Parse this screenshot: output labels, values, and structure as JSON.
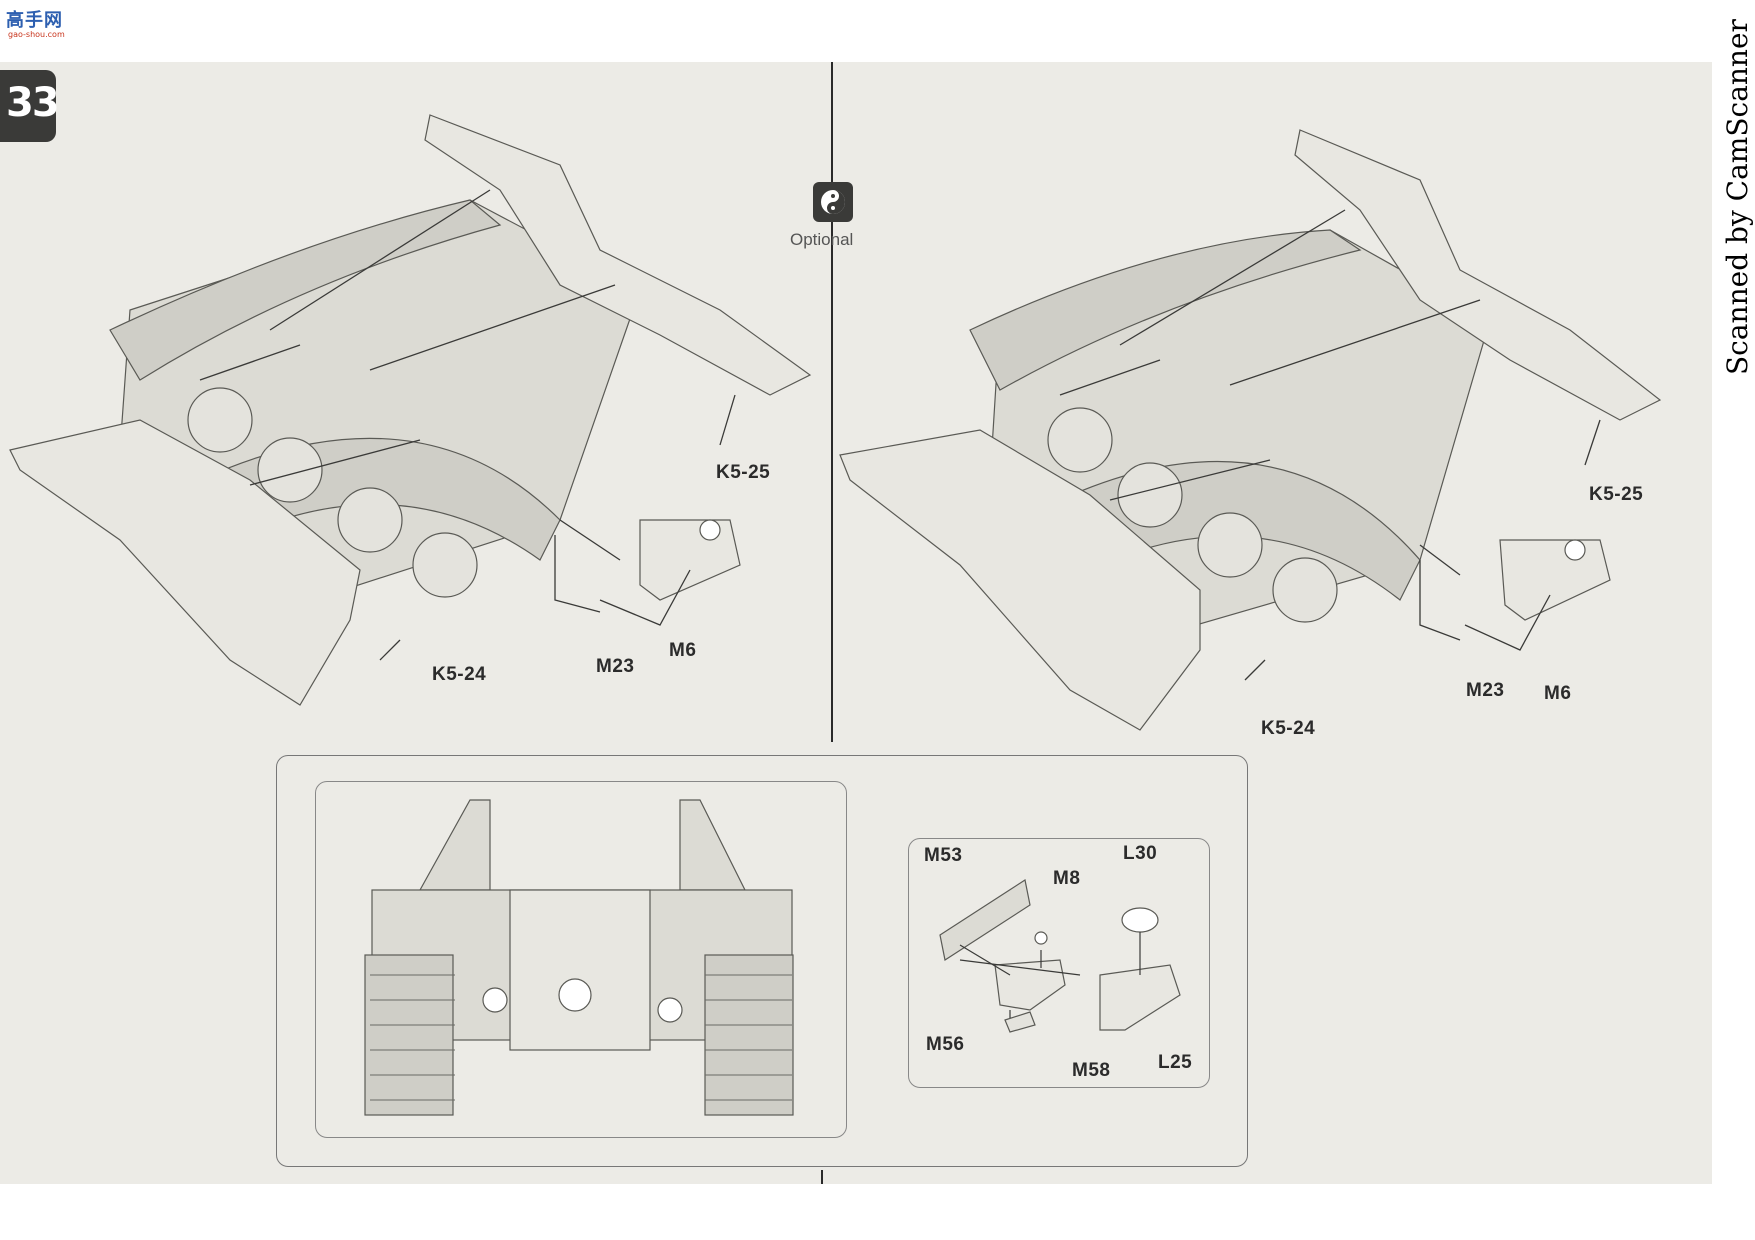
{
  "watermark": {
    "logo_text": "高手网",
    "logo_sub": "gao-shou.com"
  },
  "step": {
    "number": "33"
  },
  "optional": {
    "label": "Optional",
    "icon": "optional-yin-yang-icon"
  },
  "left_assembly": {
    "callouts": {
      "k5_25": "K5-25",
      "k5_24": "K5-24",
      "m23": "M23",
      "m6": "M6"
    }
  },
  "right_assembly": {
    "callouts": {
      "k5_25": "K5-25",
      "k5_24": "K5-24",
      "m23": "M23",
      "m6": "M6"
    }
  },
  "detail": {
    "callouts": {
      "m53": "M53",
      "m8": "M8",
      "l30": "L30",
      "m56": "M56",
      "m58": "M58",
      "l25": "L25"
    }
  },
  "scan_stamp": "Scanned by CamScanner"
}
